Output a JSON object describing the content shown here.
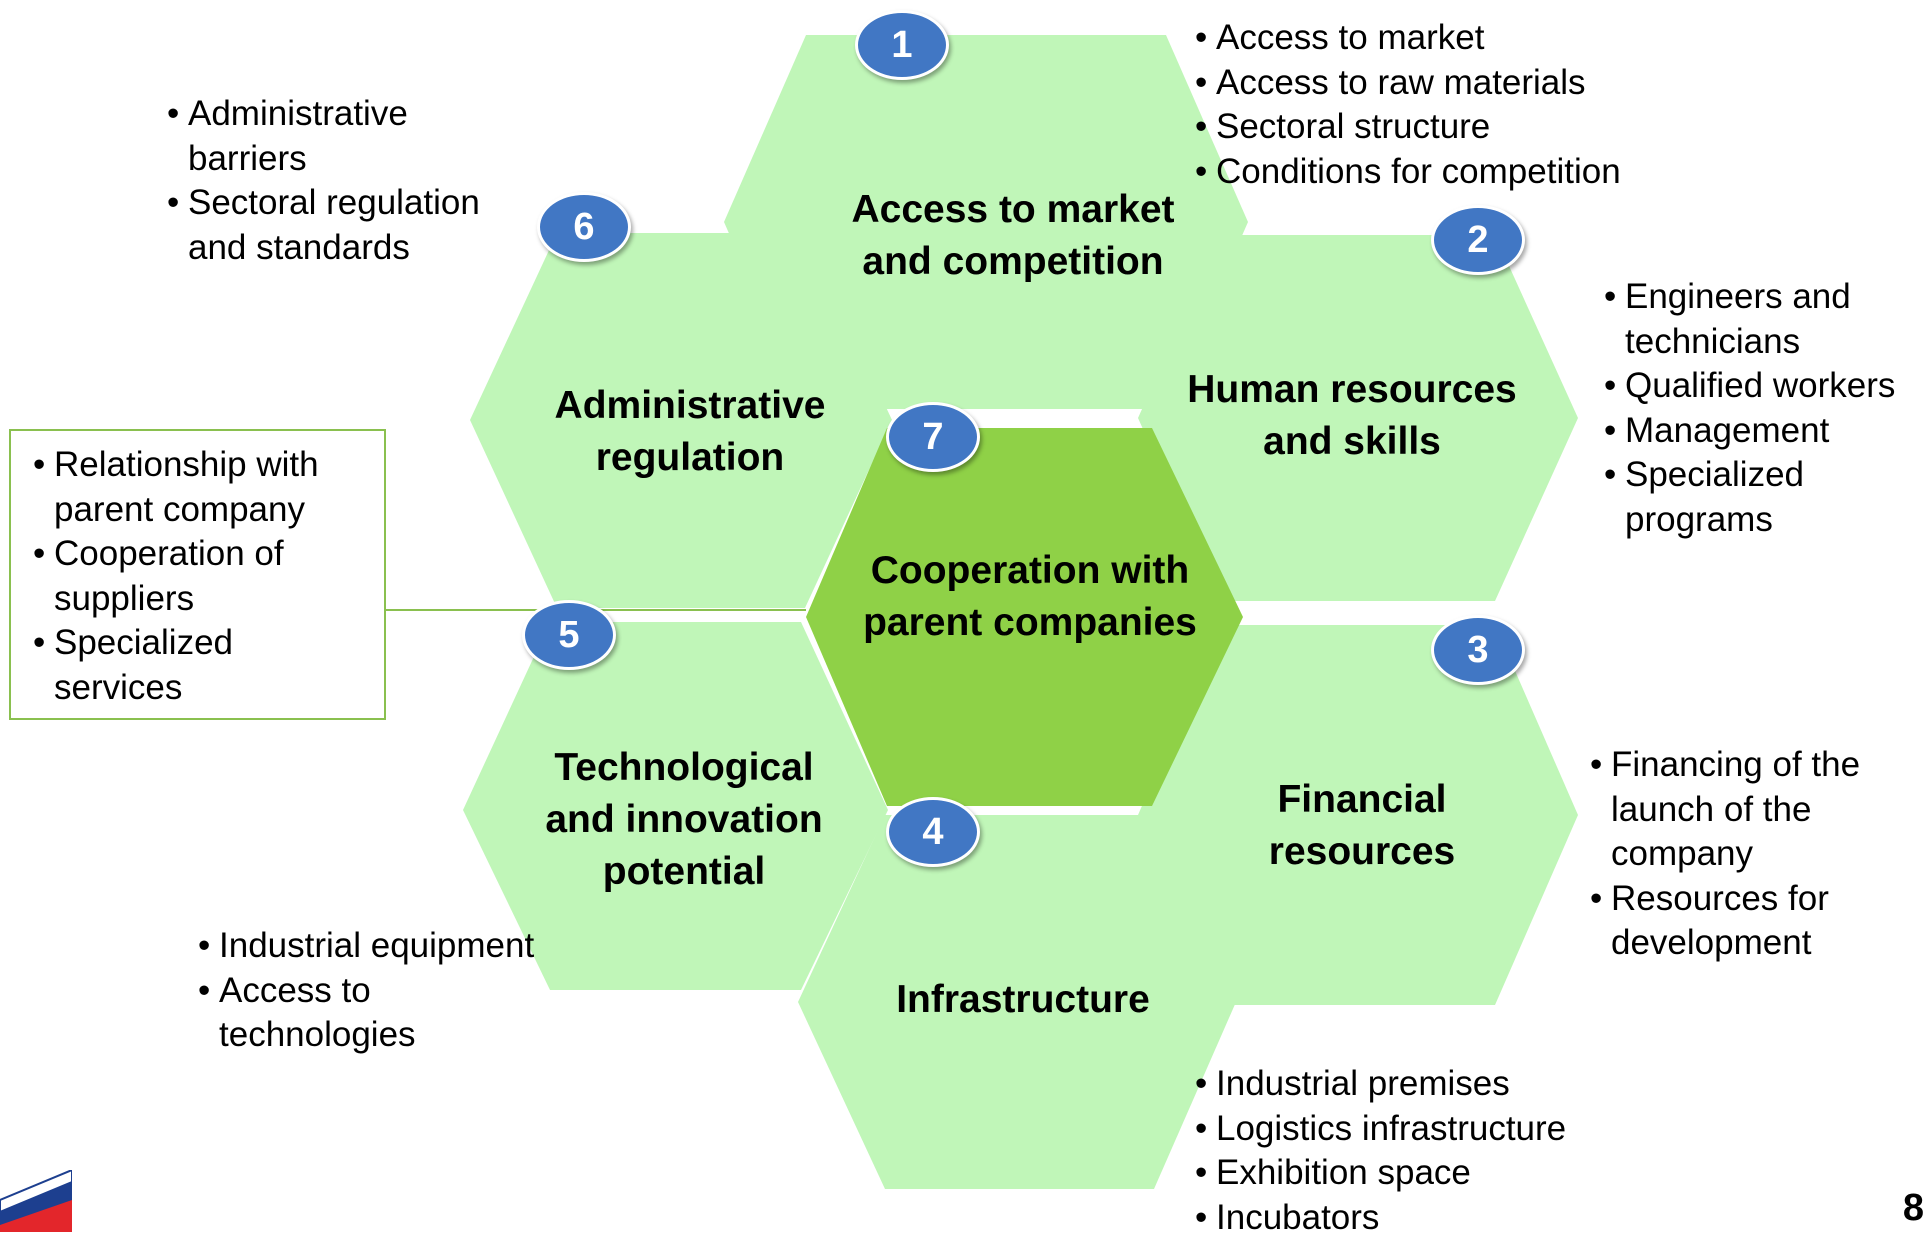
{
  "colors": {
    "hex_fill": "#c0f6b8",
    "center_fill": "#8fd147",
    "badge": "#4177c4",
    "box_border": "#8ac04f"
  },
  "hexagons": [
    {
      "id": 1,
      "label": "1",
      "title": "Access to market\nand competition"
    },
    {
      "id": 2,
      "label": "2",
      "title": "Human resources\nand skills"
    },
    {
      "id": 3,
      "label": "3",
      "title": "Financial\nresources"
    },
    {
      "id": 4,
      "label": "4",
      "title": "Infrastructure"
    },
    {
      "id": 5,
      "label": "5",
      "title": "Technological\nand innovation\npotential"
    },
    {
      "id": 6,
      "label": "6",
      "title": "Administrative\nregulation"
    },
    {
      "id": 7,
      "label": "7",
      "title": "Cooperation with\nparent companies"
    }
  ],
  "bullets": {
    "market": [
      "Access to market",
      "Access to raw materials",
      "Sectoral structure",
      "Conditions for competition"
    ],
    "human": [
      "Engineers and technicians",
      "Qualified workers",
      "Management",
      "Specialized programs"
    ],
    "financial": [
      "Financing of the launch of the company",
      "Resources for development"
    ],
    "infrastructure": [
      "Industrial premises",
      "Logistics infrastructure",
      "Exhibition space",
      "Incubators"
    ],
    "technology": [
      "Industrial equipment",
      "Access to technologies"
    ],
    "administrative": [
      "Administrative barriers",
      "Sectoral regulation and standards"
    ],
    "cooperation": [
      "Relationship with parent company",
      "Cooperation of suppliers",
      "Specialized services"
    ]
  },
  "page_number": "8"
}
